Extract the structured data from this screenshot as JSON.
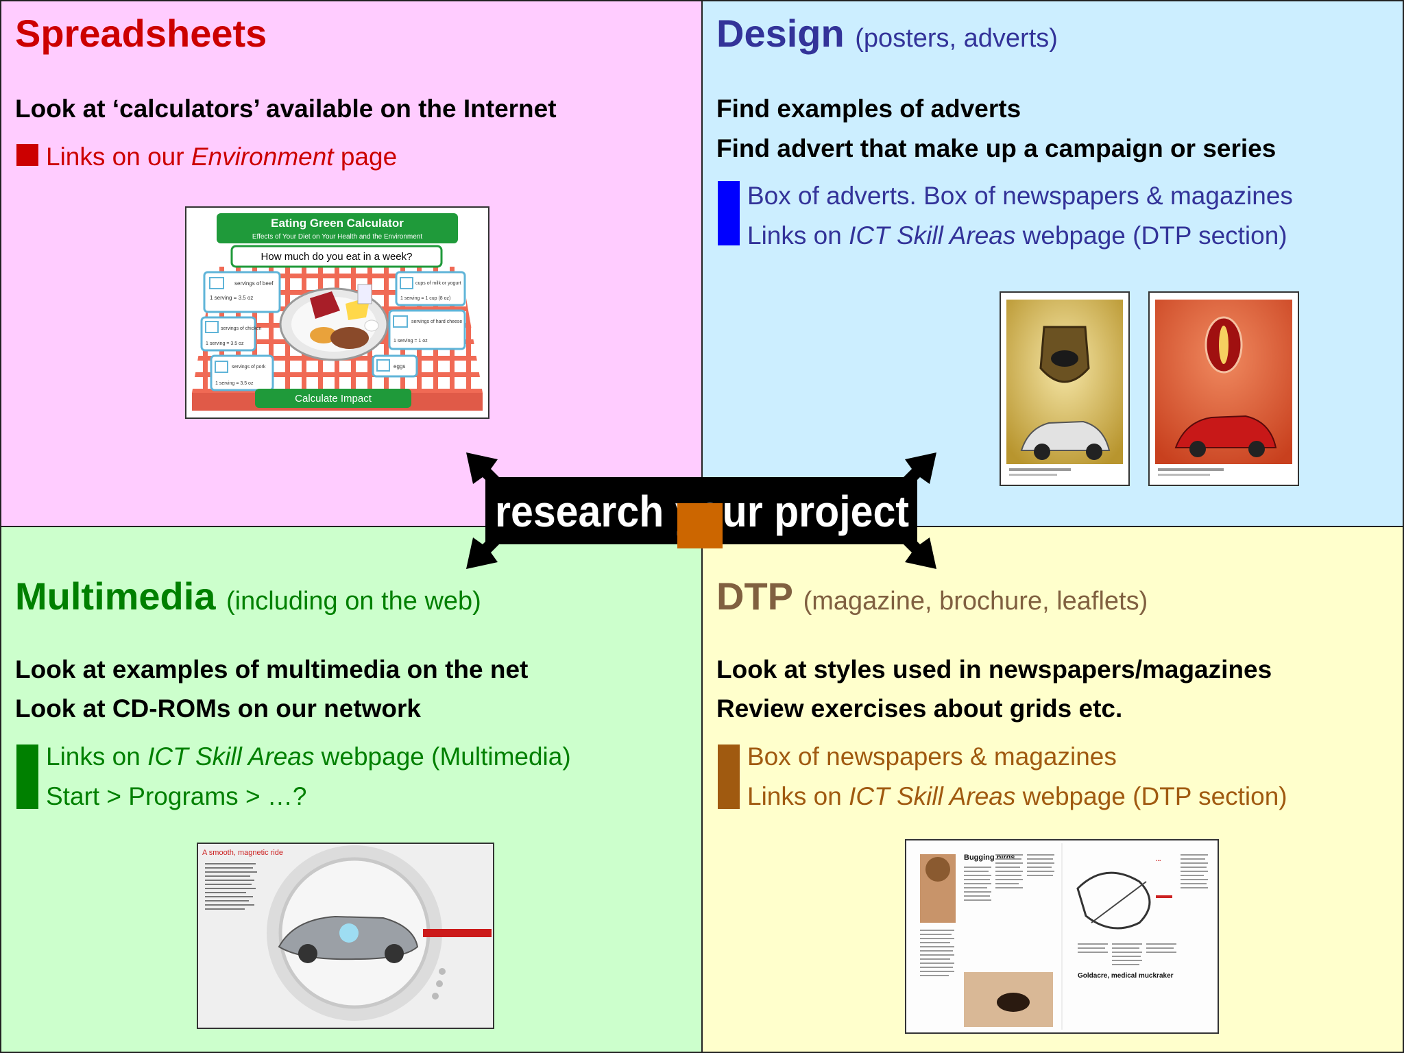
{
  "spreadsheets": {
    "title": "Spreadsheets",
    "line1": "Look at ‘calculators’ available on the Internet",
    "link_pre": "Links on our ",
    "link_em": "Environment",
    "link_post": " page",
    "calc": {
      "title": "Eating Green Calculator",
      "subtitle": "Effects of Your Diet on Your Health and the Environment",
      "question": "How much do you eat in a week?",
      "beef": "servings of beef",
      "beef_note": "1 serving = 3.5 oz",
      "chicken": "servings of chicken",
      "chicken_note": "1 serving = 3.5 oz",
      "pork": "servings of pork",
      "pork_note": "1 serving = 3.5 oz",
      "milk": "cups of milk or yogurt",
      "milk_note": "1 serving = 1 cup (8 oz)",
      "cheese": "servings of hard cheese",
      "cheese_note": "1 serving = 1 oz",
      "eggs": "eggs",
      "button": "Calculate Impact"
    }
  },
  "design": {
    "title": "Design",
    "subtitle": "(posters, adverts)",
    "line1": "Find examples of adverts",
    "line2": "Find advert that make up a campaign or series",
    "link1": "Box of adverts. Box of newspapers & magazines",
    "link2_pre": "Links on ",
    "link2_em": "ICT Skill Areas",
    "link2_post": " webpage (DTP section)"
  },
  "multimedia": {
    "title": "Multimedia",
    "subtitle": "(including on the web)",
    "line1": "Look at examples of multimedia on the net",
    "line2": "Look at CD-ROMs on our network",
    "link1_pre": "Links on ",
    "link1_em": "ICT Skill Areas",
    "link1_post": " webpage (Multimedia)",
    "link2": "Start > Programs > …?",
    "thumb_heading": "A smooth, magnetic ride"
  },
  "dtp": {
    "title": "DTP",
    "subtitle": "(magazine, brochure, leaflets)",
    "line1": "Look at styles used in newspapers/magazines",
    "line2": "Review exercises about grids etc.",
    "link1": "Box of newspapers & magazines",
    "link2_pre": "Links on ",
    "link2_em": "ICT Skill Areas",
    "link2_post": " webpage (DTP section)",
    "thumb_heading1": "Bugging birds",
    "thumb_heading2": "Goldacre, medical muckraker"
  },
  "center": {
    "text": "research your project"
  },
  "colors": {
    "spreadsheets": "#cc0000",
    "design": "#333399",
    "design_marker": "#0000ff",
    "multimedia": "#008000",
    "dtp": "#806040",
    "dtp_link": "#a05a10",
    "center_square": "#cc6600"
  }
}
